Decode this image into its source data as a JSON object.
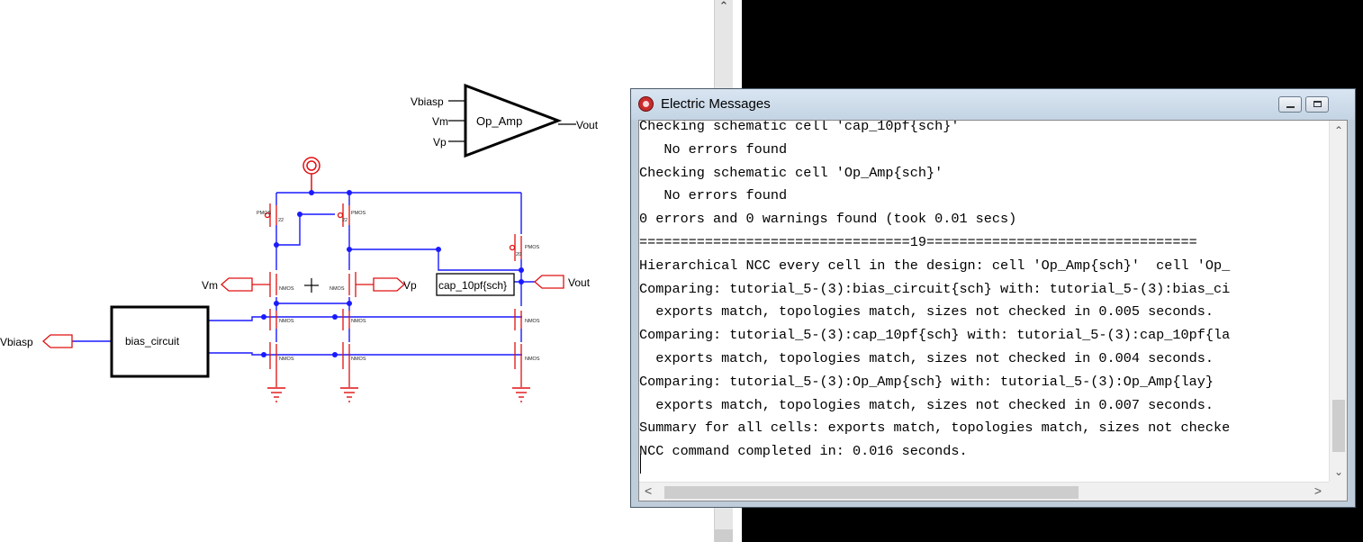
{
  "schematic": {
    "op_amp_label": "Op_Amp",
    "op_amp_in_vbiasp": "Vbiasp",
    "op_amp_in_vm": "Vm",
    "op_amp_in_vp": "Vp",
    "op_amp_out": "Vout",
    "bias_circuit_label": "bias_circuit",
    "vbiasp_port": "Vbiasp",
    "vm_port": "Vm",
    "vp_port": "Vp",
    "vout_port": "Vout",
    "cap_label": "cap_10pf{sch}",
    "pmos": "PMOS",
    "nmos": "NMOS",
    "pmos_size": "22",
    "pmos_size2": "20"
  },
  "messages_window": {
    "title": "Electric Messages",
    "lines": [
      "Checking schematic cell 'cap_10pf{sch}'",
      "   No errors found",
      "Checking schematic cell 'Op_Amp{sch}'",
      "   No errors found",
      "0 errors and 0 warnings found (took 0.01 secs)",
      "=================================19=================================",
      "Hierarchical NCC every cell in the design: cell 'Op_Amp{sch}'  cell 'Op_",
      "Comparing: tutorial_5-(3):bias_circuit{sch} with: tutorial_5-(3):bias_ci",
      "  exports match, topologies match, sizes not checked in 0.005 seconds.",
      "Comparing: tutorial_5-(3):cap_10pf{sch} with: tutorial_5-(3):cap_10pf{la",
      "  exports match, topologies match, sizes not checked in 0.004 seconds.",
      "Comparing: tutorial_5-(3):Op_Amp{sch} with: tutorial_5-(3):Op_Amp{lay}",
      "  exports match, topologies match, sizes not checked in 0.007 seconds.",
      "Summary for all cells: exports match, topologies match, sizes not checke",
      "NCC command completed in: 0.016 seconds."
    ]
  },
  "colors": {
    "wire": "#1a1aff",
    "transistor": "#e01010",
    "window_frame": "#bfcddb"
  },
  "icons": {
    "title_icon": "electric-app-icon",
    "minimize": "minimize-icon",
    "maximize": "maximize-icon"
  }
}
